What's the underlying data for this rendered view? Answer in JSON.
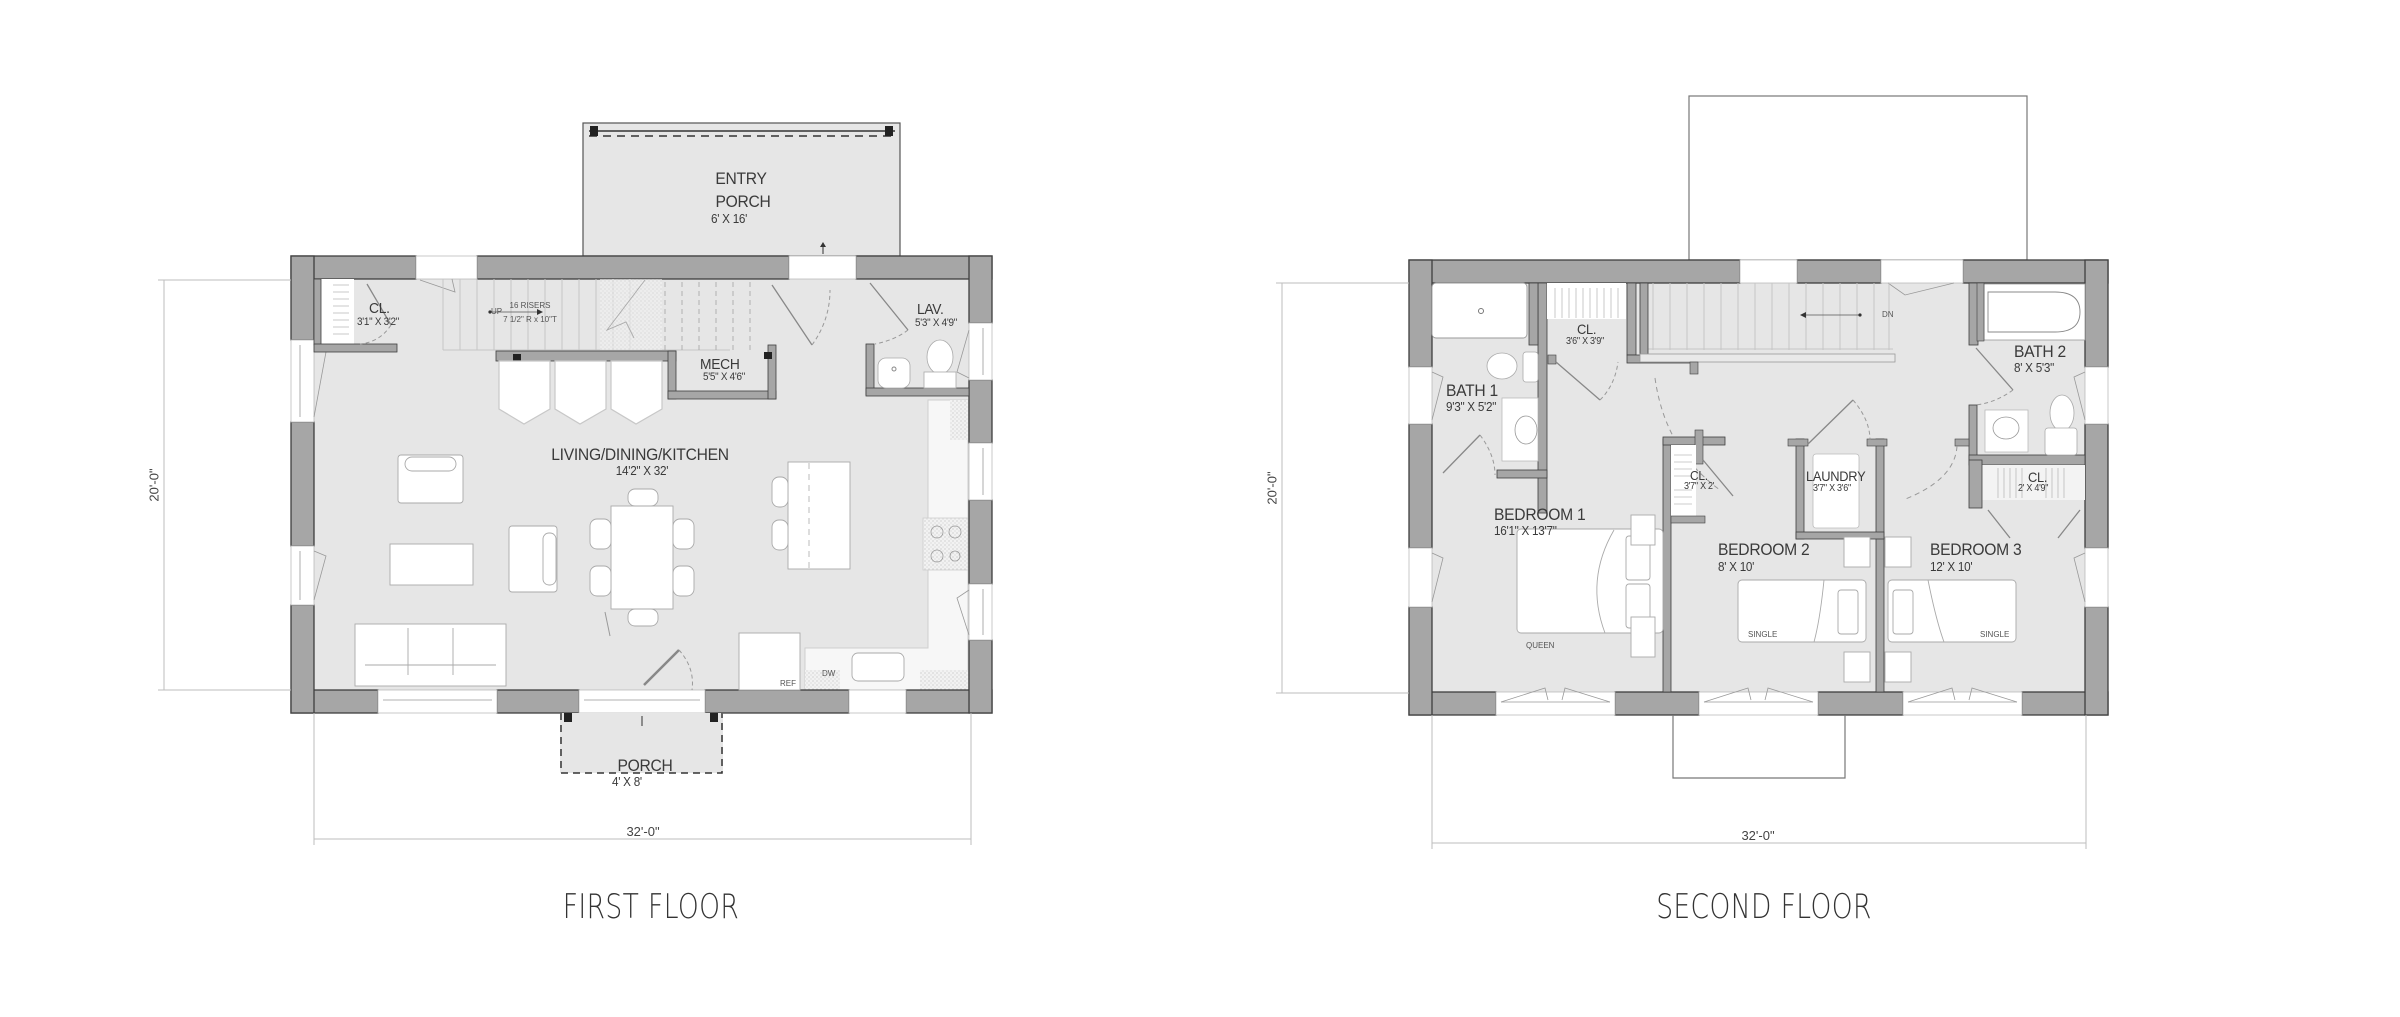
{
  "colors": {
    "wall": "#a6a6a6",
    "wall_outline": "#3f3f3f",
    "floor": "#e6e6e6",
    "line": "#9a9a9a",
    "background": "#ffffff"
  },
  "first_floor": {
    "title": "FIRST FLOOR",
    "width_dimension": "32'-0\"",
    "depth_dimension": "20'-0\"",
    "rooms": {
      "entry_porch": {
        "name_line1": "ENTRY",
        "name_line2": "PORCH",
        "size": "6' X 16'"
      },
      "closet": {
        "name": "CL.",
        "size": "3'1\" X 3'2\""
      },
      "stairs": {
        "up_label": "UP",
        "risers": "16 RISERS",
        "rise_tread": "7 1/2\" R x 10\"T"
      },
      "lav": {
        "name": "LAV.",
        "size": "5'3\" X 4'9\""
      },
      "mech": {
        "name": "MECH",
        "size": "5'5\" X 4'6\""
      },
      "living": {
        "name": "LIVING/DINING/KITCHEN",
        "size": "14'2\" X 32'"
      },
      "porch": {
        "name": "PORCH",
        "size": "4' X 8'"
      }
    },
    "appliances": {
      "refrigerator": "REF",
      "dishwasher": "DW"
    }
  },
  "second_floor": {
    "title": "SECOND FLOOR",
    "width_dimension": "32'-0\"",
    "depth_dimension": "20'-0\"",
    "stairs": {
      "down_label": "DN"
    },
    "rooms": {
      "bath1": {
        "name": "BATH 1",
        "size": "9'3\" X 5'2\""
      },
      "closet_hall": {
        "name": "CL.",
        "size": "3'6\" X 3'9\""
      },
      "bath2": {
        "name": "BATH 2",
        "size": "8' X 5'3\""
      },
      "closet_b1": {
        "name": "CL.",
        "size": "3'7\" X 2'"
      },
      "laundry": {
        "name": "LAUNDRY",
        "size": "3'7\" X 3'6\""
      },
      "closet_b3": {
        "name": "CL.",
        "size": "2' X 4'9\""
      },
      "bedroom1": {
        "name": "BEDROOM 1",
        "size": "16'1\" X 13'7\"",
        "bed": "QUEEN"
      },
      "bedroom2": {
        "name": "BEDROOM 2",
        "size": "8' X 10'",
        "bed": "SINGLE"
      },
      "bedroom3": {
        "name": "BEDROOM 3",
        "size": "12' X 10'",
        "bed": "SINGLE"
      }
    }
  }
}
